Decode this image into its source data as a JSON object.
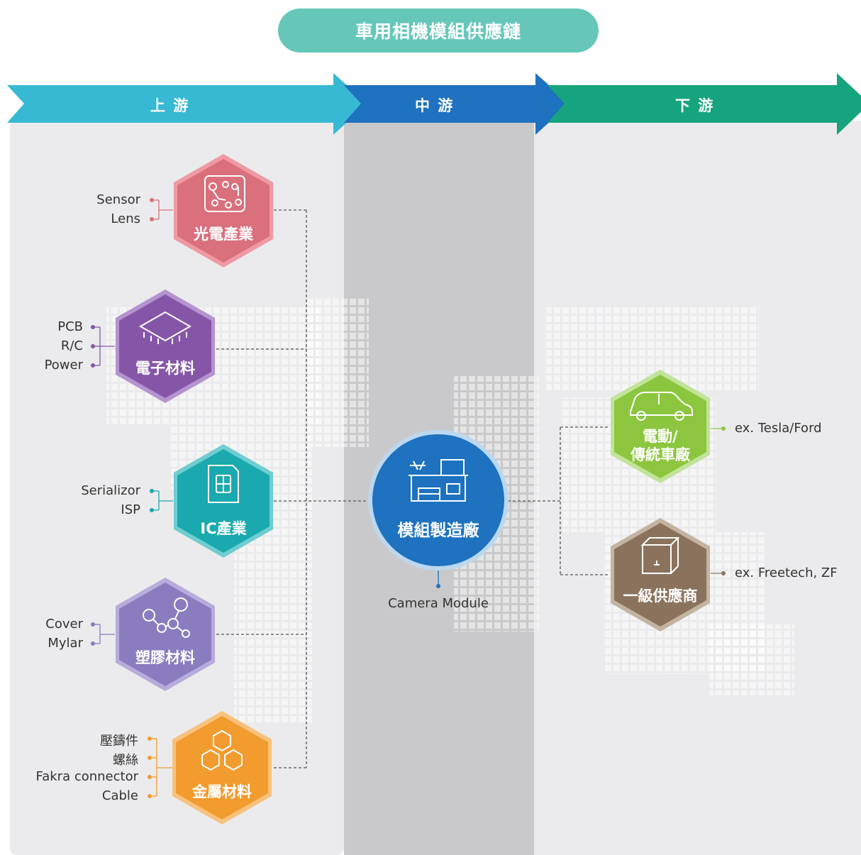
{
  "title": "車用相機模組供應鏈",
  "stages": {
    "upstream": "上  游",
    "midstream": "中  游",
    "downstream": "下  游"
  },
  "colors": {
    "title_bg": "#66c7b9",
    "upstream_arrow": "#37b9d3",
    "midstream_arrow": "#1e72bf",
    "downstream_arrow": "#16a47e",
    "panel_bg": "#ebebed",
    "mid_panel_bg": "#c9c9cb"
  },
  "upstream_nodes": [
    {
      "name": "光電產業",
      "color": "#d9707c",
      "icon": "circuit-board-icon",
      "items": [
        "Sensor",
        "Lens"
      ]
    },
    {
      "name": "電子材料",
      "color": "#8556a8",
      "icon": "chip-icon",
      "items": [
        "PCB",
        "R/C",
        "Power"
      ]
    },
    {
      "name": "IC產業",
      "color": "#19a9ae",
      "icon": "sim-card-icon",
      "items": [
        "Serializor",
        "ISP"
      ]
    },
    {
      "name": "塑膠材料",
      "color": "#8b7bbf",
      "icon": "molecule-icon",
      "items": [
        "Cover",
        "Mylar"
      ]
    },
    {
      "name": "金屬材料",
      "color": "#f29b2e",
      "icon": "honeycomb-icon",
      "items": [
        "壓鑄件",
        "螺絲",
        "Fakra connector",
        "Cable"
      ]
    }
  ],
  "midstream_node": {
    "name": "模組製造廠",
    "sublabel": "Camera Module",
    "color": "#1e72bf",
    "icon": "factory-icon"
  },
  "downstream_nodes": [
    {
      "name_line1": "電動/",
      "name_line2": "傳統車廠",
      "color": "#8cc63f",
      "icon": "car-icon",
      "example": "ex. Tesla/Ford"
    },
    {
      "name": "一級供應商",
      "color": "#8a725c",
      "icon": "box-icon",
      "example": "ex. Freetech, ZF"
    }
  ]
}
